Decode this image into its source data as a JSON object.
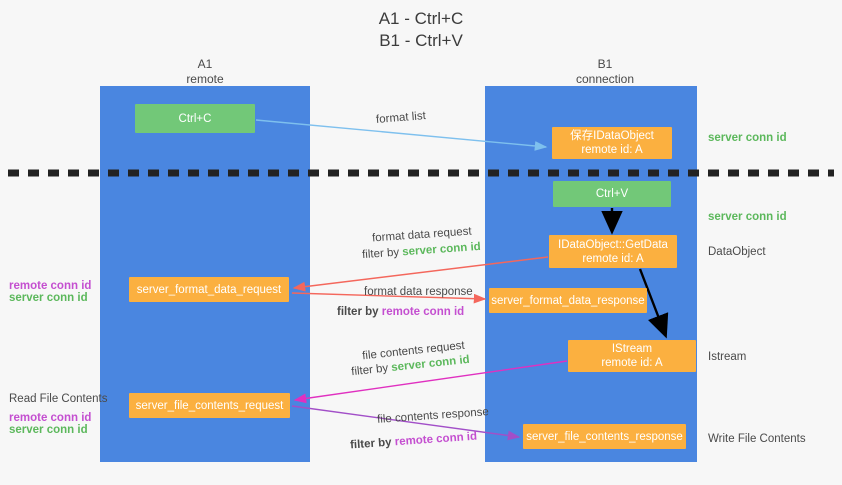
{
  "title": {
    "line1": "A1 - Ctrl+C",
    "line2": "B1 - Ctrl+V"
  },
  "columns": [
    {
      "name": "A1",
      "sub": "remote"
    },
    {
      "name": "B1",
      "sub": "connection"
    }
  ],
  "boxes": [
    {
      "id": "ctrl-c",
      "line1": "Ctrl+C",
      "line2": "",
      "color": "#72c878"
    },
    {
      "id": "save-idataobject",
      "line1": "保存IDataObject",
      "line2": "remote id: A",
      "color": "#fbb040"
    },
    {
      "id": "ctrl-v",
      "line1": "Ctrl+V",
      "line2": "",
      "color": "#72c878"
    },
    {
      "id": "idataobject-getdata",
      "line1": "IDataObject::GetData",
      "line2": "remote id: A",
      "color": "#fbb040"
    },
    {
      "id": "server-format-data-request",
      "line1": "server_format_data_request",
      "line2": "",
      "color": "#fbb040"
    },
    {
      "id": "server-format-data-response",
      "line1": "server_format_data_response",
      "line2": "",
      "color": "#fbb040"
    },
    {
      "id": "istream",
      "line1": "IStream",
      "line2": "remote id: A",
      "color": "#fbb040"
    },
    {
      "id": "server-file-contents-request",
      "line1": "server_file_contents_request",
      "line2": "",
      "color": "#fbb040"
    },
    {
      "id": "server-file-contents-response",
      "line1": "server_file_contents_response",
      "line2": "",
      "color": "#fbb040"
    }
  ],
  "arrow_labels": {
    "format_list": "format list",
    "format_data_request": "format data request",
    "format_data_request_filter_prefix": "filter by ",
    "format_data_request_filter_value": "server conn id",
    "format_data_response": "format data response",
    "format_data_response_filter_prefix": "filter by ",
    "format_data_response_filter_value": "remote conn id",
    "file_contents_request": "file contents request",
    "file_contents_request_filter_prefix": "filter by ",
    "file_contents_request_filter_value": "server conn id",
    "file_contents_response": "file contents response",
    "file_contents_response_filter_prefix": "filter by ",
    "file_contents_response_filter_value": "remote conn id"
  },
  "right_labels": {
    "server_conn_id_top": "server conn id",
    "server_conn_id_mid": "server conn id",
    "dataobject": "DataObject",
    "istream": "Istream",
    "write_file_contents": "Write File Contents"
  },
  "left_labels": {
    "remote_conn_id_1": "remote conn id",
    "server_conn_id_1": "server conn id",
    "read_file_contents": "Read File Contents",
    "remote_conn_id_2": "remote conn id",
    "server_conn_id_2": "server conn id"
  },
  "colors": {
    "lane": "#4a86e0",
    "green_box": "#72c878",
    "orange_box": "#fbb040",
    "green_text": "#5cb85c",
    "magenta_text": "#c44fd0",
    "blue_arrow": "#7ec0ee",
    "red_arrow": "#f4675c",
    "magenta_arrow": "#e030c0",
    "purple_arrow": "#a24fc8",
    "black_arrow": "#000000",
    "divider": "#222222",
    "background": "#f7f7f7"
  }
}
